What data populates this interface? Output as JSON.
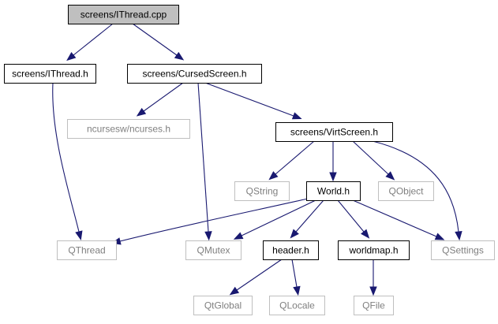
{
  "graph": {
    "nodes": [
      {
        "id": "ithread_cpp",
        "label": "screens/IThread.cpp",
        "kind": "current"
      },
      {
        "id": "ithread_h",
        "label": "screens/IThread.h",
        "kind": "main"
      },
      {
        "id": "cursedscreen",
        "label": "screens/CursedScreen.h",
        "kind": "main"
      },
      {
        "id": "ncurses",
        "label": "ncursesw/ncurses.h",
        "kind": "external"
      },
      {
        "id": "virtscreen",
        "label": "screens/VirtScreen.h",
        "kind": "main"
      },
      {
        "id": "qstring",
        "label": "QString",
        "kind": "external"
      },
      {
        "id": "world",
        "label": "World.h",
        "kind": "main"
      },
      {
        "id": "qobject",
        "label": "QObject",
        "kind": "external"
      },
      {
        "id": "qthread",
        "label": "QThread",
        "kind": "external"
      },
      {
        "id": "qmutex",
        "label": "QMutex",
        "kind": "external"
      },
      {
        "id": "header",
        "label": "header.h",
        "kind": "main"
      },
      {
        "id": "worldmap",
        "label": "worldmap.h",
        "kind": "main"
      },
      {
        "id": "qsettings",
        "label": "QSettings",
        "kind": "external"
      },
      {
        "id": "qtglobal",
        "label": "QtGlobal",
        "kind": "external"
      },
      {
        "id": "qlocale",
        "label": "QLocale",
        "kind": "external"
      },
      {
        "id": "qfile",
        "label": "QFile",
        "kind": "external"
      }
    ],
    "edges": [
      {
        "from": "ithread_cpp",
        "to": "ithread_h"
      },
      {
        "from": "ithread_cpp",
        "to": "cursedscreen"
      },
      {
        "from": "ithread_h",
        "to": "qthread"
      },
      {
        "from": "cursedscreen",
        "to": "ncurses"
      },
      {
        "from": "cursedscreen",
        "to": "virtscreen"
      },
      {
        "from": "cursedscreen",
        "to": "qmutex"
      },
      {
        "from": "virtscreen",
        "to": "qstring"
      },
      {
        "from": "virtscreen",
        "to": "world"
      },
      {
        "from": "virtscreen",
        "to": "qobject"
      },
      {
        "from": "virtscreen",
        "to": "qsettings"
      },
      {
        "from": "world",
        "to": "qthread"
      },
      {
        "from": "world",
        "to": "qmutex"
      },
      {
        "from": "world",
        "to": "header"
      },
      {
        "from": "world",
        "to": "worldmap"
      },
      {
        "from": "world",
        "to": "qsettings"
      },
      {
        "from": "header",
        "to": "qtglobal"
      },
      {
        "from": "header",
        "to": "qlocale"
      },
      {
        "from": "worldmap",
        "to": "qfile"
      }
    ]
  },
  "colors": {
    "edge": "#191970",
    "current_fill": "#bfbfbf",
    "main_border": "#000000",
    "external_border": "#bfbfbf",
    "external_text": "#7f7f7f"
  }
}
